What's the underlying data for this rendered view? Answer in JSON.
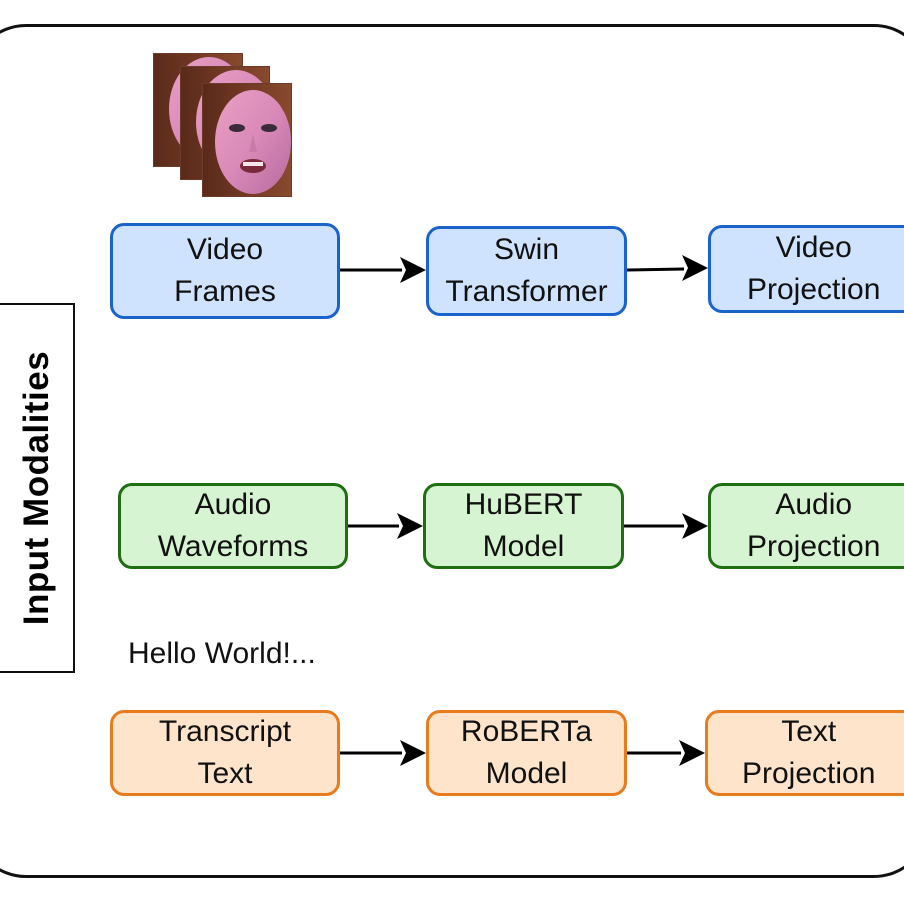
{
  "side_label": "Input Modalities",
  "sample_text": "Hello World!...",
  "video": {
    "input_line1": "Video",
    "input_line2": "Frames",
    "encoder_line1": "Swin",
    "encoder_line2": "Transformer",
    "projection_line1": "Video",
    "projection_line2": "Projection"
  },
  "audio": {
    "input_line1": "Audio",
    "input_line2": "Waveforms",
    "encoder_line1": "HuBERT",
    "encoder_line2": "Model",
    "projection_line1": "Audio",
    "projection_line2": "Projection"
  },
  "text": {
    "input_line1": "Transcript",
    "input_line2": "Text",
    "encoder_line1": "RoBERTa",
    "encoder_line2": "Model",
    "projection_line1": "Text",
    "projection_line2": "Projection"
  },
  "colors": {
    "video_fill": "#cfe3ff",
    "video_border": "#1a63cc",
    "audio_fill": "#d7f4d2",
    "audio_border": "#1f6e12",
    "text_fill": "#ffe4cc",
    "text_border": "#e77b1e"
  }
}
